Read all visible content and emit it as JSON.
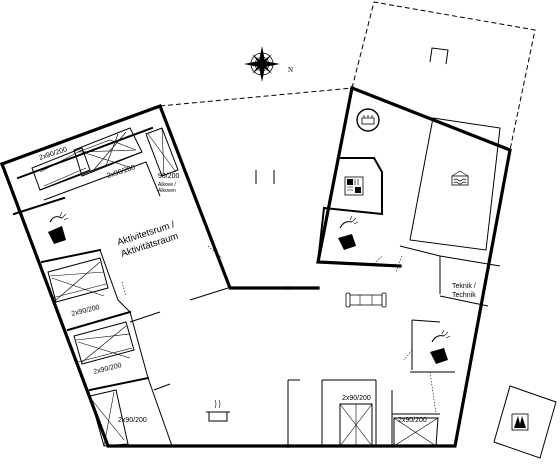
{
  "compass": {
    "north_label": "N"
  },
  "rooms": {
    "activity_room": {
      "line1": "Aktivitetsrum /",
      "line2": "Aktivitätsraum"
    },
    "technical_room": {
      "line1": "Teknik /",
      "line2": "Technik"
    }
  },
  "beds": {
    "bed_1": "2x90/200",
    "bed_2": "2x90/200",
    "bed_3": "90/200",
    "bed_4": "2x90/200",
    "bed_5": "2x90/200",
    "bed_6": "2x90/200",
    "bed_7": "2x90/200",
    "bed_8": "2x90/200"
  },
  "alcove": {
    "line1": "Alkove /",
    "line2": "Alkoven"
  }
}
